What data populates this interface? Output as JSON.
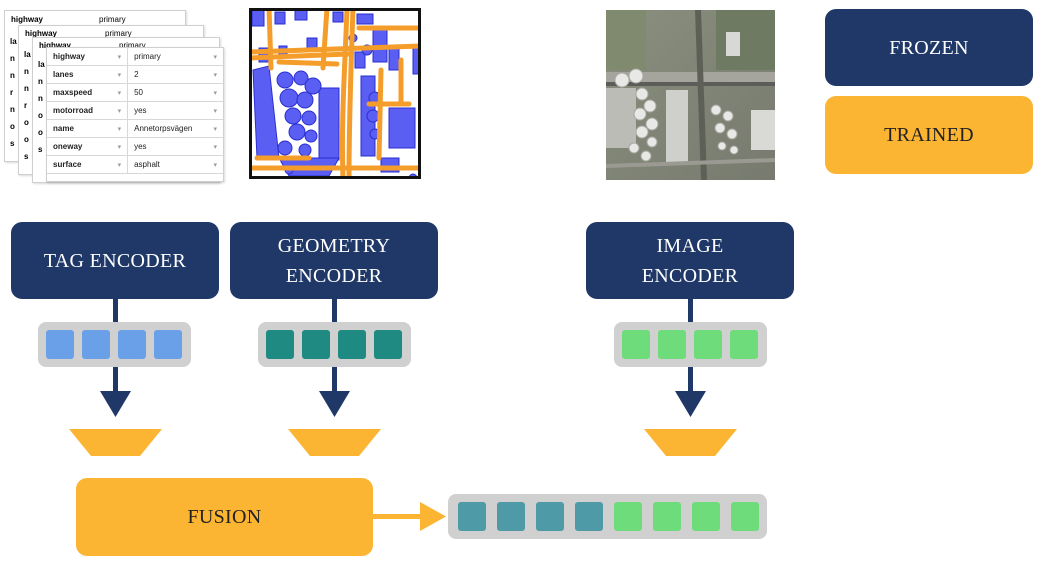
{
  "legend": {
    "frozen": "FROZEN",
    "trained": "TRAINED"
  },
  "encoders": {
    "tag": [
      "TAG ENCODER"
    ],
    "geometry": [
      "GEOMETRY",
      "ENCODER"
    ],
    "image": [
      "IMAGE",
      "ENCODER"
    ]
  },
  "fusion": "FUSION",
  "osm_tags": [
    {
      "key": "highway",
      "value": "primary"
    },
    {
      "key": "lanes",
      "value": "2"
    },
    {
      "key": "maxspeed",
      "value": "50"
    },
    {
      "key": "motorroad",
      "value": "yes"
    },
    {
      "key": "name",
      "value": "Annetorpsvägen"
    },
    {
      "key": "oneway",
      "value": "yes"
    },
    {
      "key": "surface",
      "value": "asphalt"
    }
  ],
  "back_cards": {
    "card1": {
      "key": "highway",
      "value": "primary",
      "side_letters": [
        "la",
        "n",
        "n",
        "o",
        "o",
        "s"
      ]
    },
    "card2": {
      "key": "highway",
      "value": "primary",
      "side_letters": [
        "la",
        "n",
        "n",
        "r",
        "o",
        "o",
        "s"
      ]
    },
    "card3": {
      "key": "highway",
      "value": "primary",
      "side_letters": [
        "la",
        "n",
        "n",
        "r",
        "n",
        "o",
        "s"
      ]
    }
  },
  "colors": {
    "frozen": "#1f3868",
    "trained": "#fbb533",
    "tag_token": "#6aa0e8",
    "geometry_token": "#1f8a82",
    "image_token": "#6edc7a",
    "fused_geo_token": "#4e9aa6",
    "tray": "#d0d0d0",
    "map_road": "#f59d2a",
    "map_building": "#5b5ef2"
  },
  "icons": [
    "dropdown-arrow-icon",
    "down-arrow-icon",
    "right-arrow-icon",
    "funnel-icon"
  ]
}
